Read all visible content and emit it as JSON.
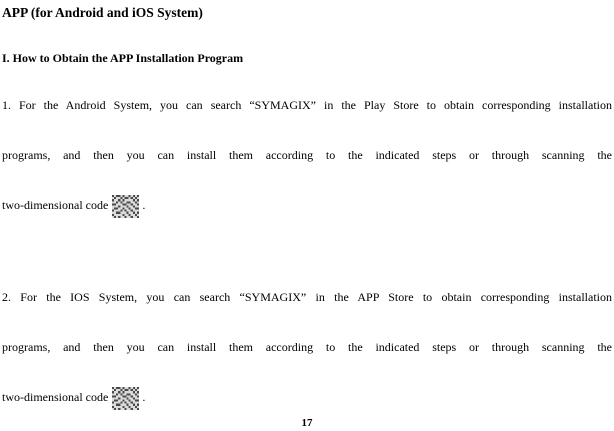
{
  "doc": {
    "title": "APP (for Android and iOS System)",
    "section_heading": "I. How to Obtain the APP Installation Program",
    "paragraphs": [
      {
        "lines": [
          "1. For the Android System, you can search “SYMAGIX” in the Play Store to obtain corresponding installation",
          "programs, and then you can install them according to the indicated steps or through scanning the"
        ],
        "last_line": "two-dimensional code",
        "after_qr": ".",
        "icon": "qr-code"
      },
      {
        "lines": [
          "2. For the IOS System, you can search “SYMAGIX” in the APP Store to obtain corresponding installation",
          "programs, and then you can install them according to the indicated steps or through scanning the"
        ],
        "last_line": "two-dimensional code",
        "after_qr": ".",
        "icon": "qr-code"
      }
    ],
    "page_number": "17"
  }
}
